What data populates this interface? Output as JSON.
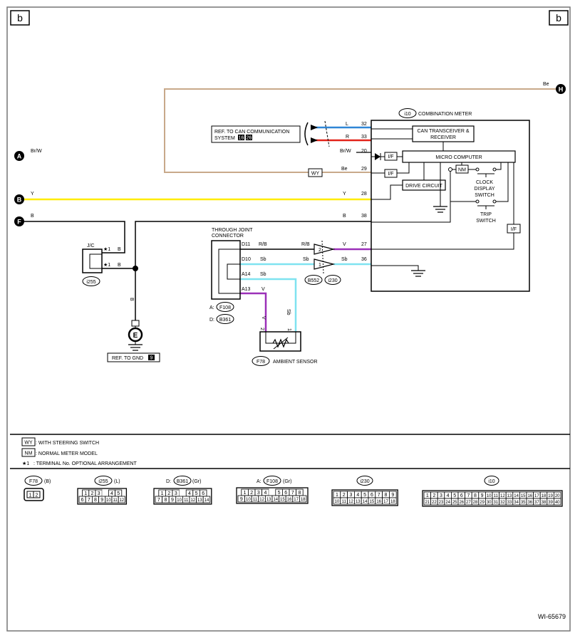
{
  "page": {
    "corner_left": "b",
    "corner_right": "b",
    "figure_id": "WI-65679"
  },
  "connectors": {
    "A": "A",
    "B": "B",
    "F": "F",
    "H": "H",
    "E": "E"
  },
  "wires": {
    "a_color": "Br/W",
    "b_color_left": "Y",
    "f_color_left": "B",
    "h_color": "Be",
    "l": "L",
    "r": "R",
    "brw": "Br/W",
    "be": "Be",
    "y": "Y",
    "b": "B",
    "v": "V",
    "sb": "Sb",
    "rb": "R/B",
    "pin32": "32",
    "pin33": "33",
    "pin20": "20",
    "pin29": "29",
    "pin28": "28",
    "pin38": "38",
    "pin27": "27",
    "pin36": "36"
  },
  "meter": {
    "id": "i10",
    "title": "COMBINATION METER",
    "can_line1": "CAN TRANSCEIVER &",
    "can_line2": "RECEIVER",
    "micro": "MICRO COMPUTER",
    "if": "I/F",
    "nm": "NM",
    "drive": "DRIVE CIRCUIT",
    "clock1": "CLOCK",
    "clock2": "DISPLAY",
    "clock3": "SWITCH",
    "trip1": "TRIP",
    "trip2": "SWITCH"
  },
  "can_ref": {
    "line1": "REF. TO CAN COMMUNICATION",
    "line2": "SYSTEM",
    "page1": "16",
    "page2": "26"
  },
  "wy": "WY",
  "jc": {
    "label": "J/C",
    "star1": "★1",
    "star2": "★1",
    "b1": "B",
    "b2": "B",
    "b_vert": "B",
    "id": "i255"
  },
  "gnd": {
    "label": "REF. TO GND",
    "page": "9"
  },
  "through_joint": {
    "line1": "THROUGH JOINT",
    "line2": "CONNECTOR",
    "d11": "D11",
    "d10": "D10",
    "a14": "A14",
    "a13": "A13",
    "rb": "R/B",
    "sb1": "Sb",
    "sb2": "Sb",
    "v": "V",
    "a_prefix": "A:",
    "a_id": "F108",
    "d_prefix": "D:",
    "d_id": "B361"
  },
  "buffer": {
    "pin2": "2",
    "pin1": "1",
    "id1": "B552",
    "id2": "i230",
    "rb": "R/B",
    "sb": "Sb"
  },
  "sensor": {
    "id": "F78",
    "label": "AMBIENT SENSOR",
    "pin2": "2",
    "pin1": "1",
    "v": "V",
    "sb": "Sb"
  },
  "legend": {
    "wy_box": "WY",
    "wy_text": ": WITH STEERING SWITCH",
    "nm_box": "NM",
    "nm_text": ": NORMAL METER MODEL",
    "star": "★1",
    "star_text": ": TERMINAL No. OPTIONAL ARRANGEMENT"
  },
  "connector_views": {
    "f78": {
      "id": "F78",
      "suffix": "(B)",
      "pins": [
        "1",
        "2"
      ]
    },
    "i255": {
      "id": "i255",
      "suffix": "(L)",
      "row1": [
        "1",
        "2",
        "3",
        "",
        "4",
        "5"
      ],
      "row2": [
        "6",
        "7",
        "8",
        "9",
        "10",
        "11",
        "12"
      ]
    },
    "b361": {
      "prefix": "D:",
      "id": "B361",
      "suffix": "(Gr)",
      "row1": [
        "1",
        "2",
        "3",
        "",
        "4",
        "5",
        "6"
      ],
      "row2": [
        "7",
        "8",
        "9",
        "10",
        "11",
        "12",
        "13",
        "14"
      ]
    },
    "f108": {
      "prefix": "A:",
      "id": "F108",
      "suffix": "(Gr)",
      "row1": [
        "1",
        "2",
        "3",
        "4",
        "",
        "5",
        "6",
        "7",
        "8"
      ],
      "row2": [
        "9",
        "10",
        "11",
        "12",
        "13",
        "14",
        "15",
        "16",
        "17",
        "18"
      ]
    },
    "i230": {
      "id": "i230",
      "row1": [
        "1",
        "2",
        "3",
        "4",
        "5",
        "6",
        "7",
        "8",
        "9"
      ],
      "row2": [
        "10",
        "11",
        "12",
        "13",
        "14",
        "15",
        "16",
        "17",
        "18"
      ]
    },
    "i10": {
      "id": "i10",
      "row1": [
        "1",
        "2",
        "3",
        "4",
        "5",
        "6",
        "7",
        "8",
        "9",
        "10",
        "11",
        "12",
        "13",
        "14",
        "15",
        "16",
        "17",
        "18",
        "19",
        "20"
      ],
      "row2": [
        "21",
        "22",
        "23",
        "24",
        "25",
        "26",
        "27",
        "28",
        "29",
        "30",
        "31",
        "32",
        "33",
        "34",
        "35",
        "36",
        "37",
        "38",
        "39",
        "40"
      ]
    }
  },
  "colors": {
    "blue": "#2f86d6",
    "red": "#e2231a",
    "tan": "#c8a98a",
    "yellow": "#ffec00",
    "purple": "#9b30b8",
    "cyan": "#7fe3f0"
  }
}
